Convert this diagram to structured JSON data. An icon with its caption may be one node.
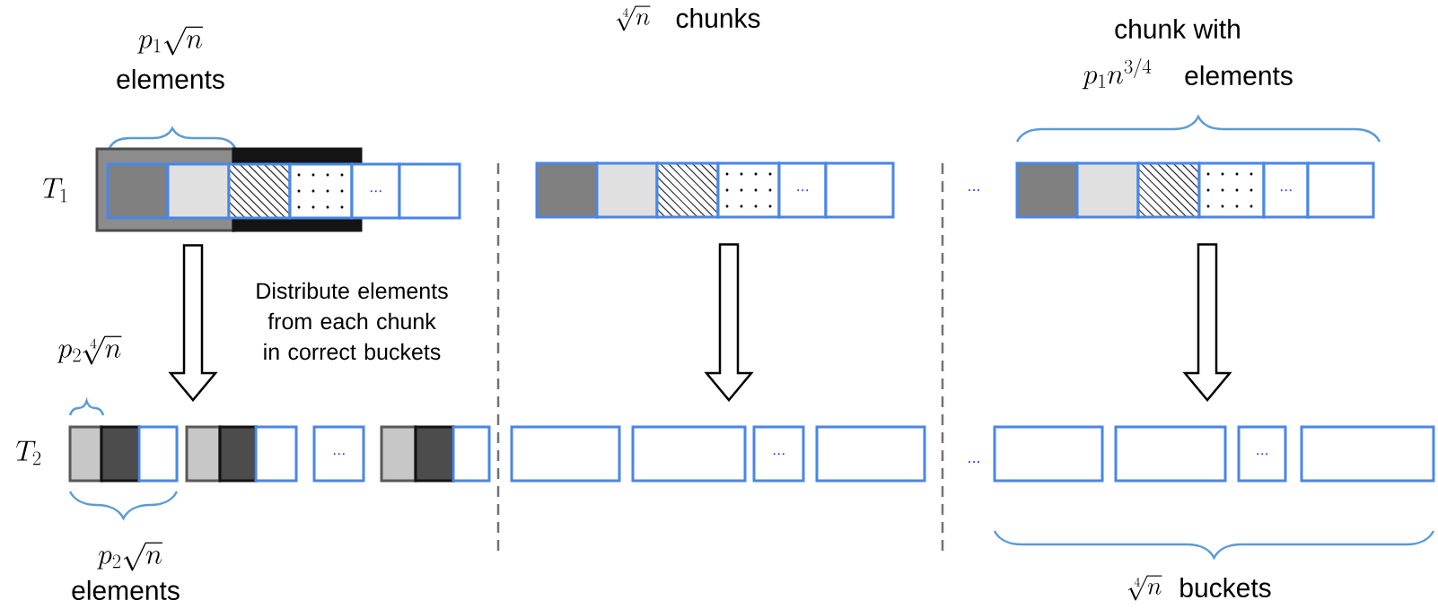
{
  "diagram": {
    "nodes": [
      {
        "text": [
          "..."
        ]
      },
      {
        "text": [
          "..."
        ]
      },
      {
        "text": [
          "..."
        ]
      },
      {
        "text": [
          "..."
        ]
      },
      {
        "text": [
          "..."
        ]
      },
      {
        "text": [
          "..."
        ]
      }
    ],
    "edges": [
      {
        "from": 0,
        "to": 3,
        "arrow": "to",
        "label": "Distribute elements from each chunk in correct buckets"
      },
      {
        "from": 1,
        "to": 4,
        "arrow": "to"
      },
      {
        "from": 2,
        "to": 5,
        "arrow": "to"
      }
    ],
    "labels": [
      "p_1\\sqrt{n}",
      "elements",
      "\\sqrt[4]{n}",
      "chunks",
      "chunk with",
      "p_1n^{3/4}",
      "elements",
      "T_1",
      "...",
      "p_2\\sqrt[4]{n}",
      "T_2",
      "...",
      "p_2\\sqrt{n}",
      "elements",
      "\\sqrt[4]{n}",
      "buckets"
    ]
  }
}
